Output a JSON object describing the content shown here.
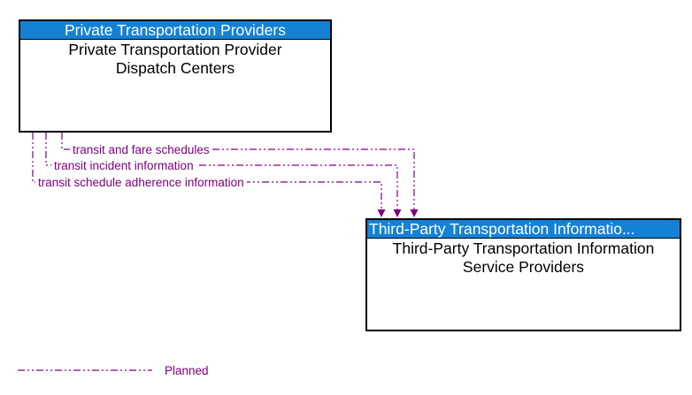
{
  "source_box": {
    "header": "Private Transportation Providers",
    "body": "Private Transportation Provider Dispatch Centers"
  },
  "dest_box": {
    "header": "Third-Party Transportation Informatio...",
    "body": "Third-Party Transportation Information Service Providers"
  },
  "flows": [
    {
      "label": "transit and fare schedules"
    },
    {
      "label": "transit incident information"
    },
    {
      "label": "transit schedule adherence information"
    }
  ],
  "legend": {
    "label": "Planned",
    "line_style": "dash-dot"
  },
  "colors": {
    "header_bg": "#1481D4",
    "header_text": "#FFFFFF",
    "flow": "#800080",
    "box_border": "#000000",
    "background": "#FFFFFF"
  }
}
